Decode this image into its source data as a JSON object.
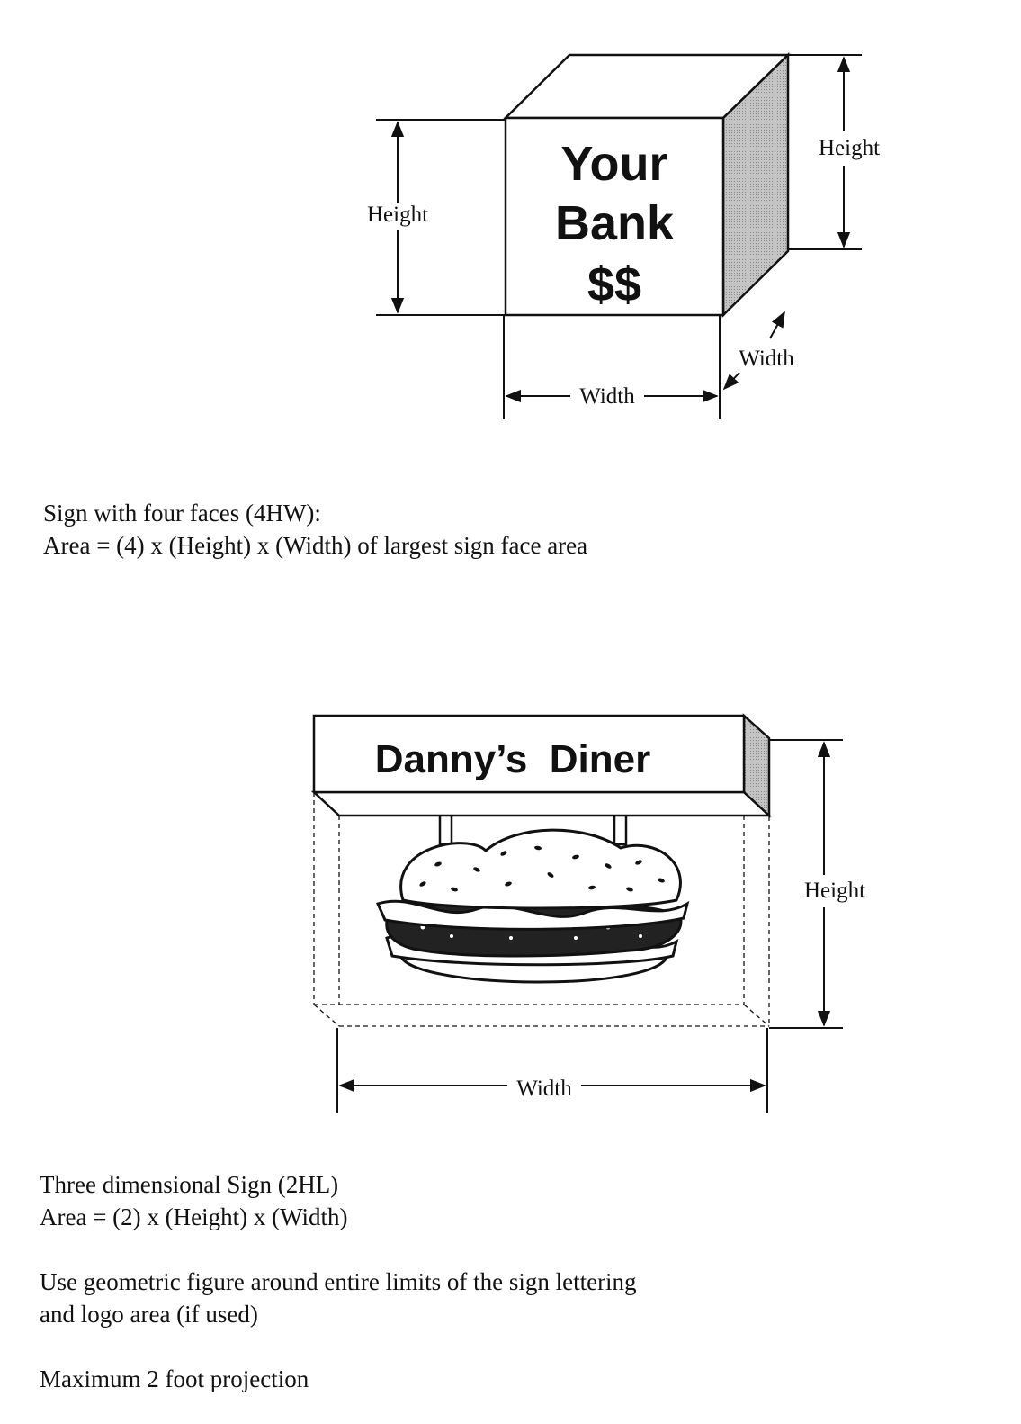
{
  "figure1": {
    "sign_line1": "Your",
    "sign_line2": "Bank",
    "sign_line3": "$$",
    "height_left": "Height",
    "height_right": "Height",
    "width_bottom": "Width",
    "width_side": "Width",
    "caption_line1": "Sign with four faces (4HW):",
    "caption_line2": "Area = (4) x (Height) x (Width) of largest sign face area"
  },
  "figure2": {
    "sign_text": "Danny’s  Diner",
    "height_label": "Height",
    "width_label": "Width",
    "caption_line1": "Three dimensional Sign (2HL)",
    "caption_line2": "Area = (2) x (Height) x (Width)"
  },
  "notes": {
    "note1_line1": "Use geometric figure around entire limits of the sign lettering",
    "note1_line2": "and logo area (if used)",
    "note2": "Maximum 2 foot projection"
  },
  "colors": {
    "ink": "#111111",
    "shade": "#b8b8b8"
  }
}
